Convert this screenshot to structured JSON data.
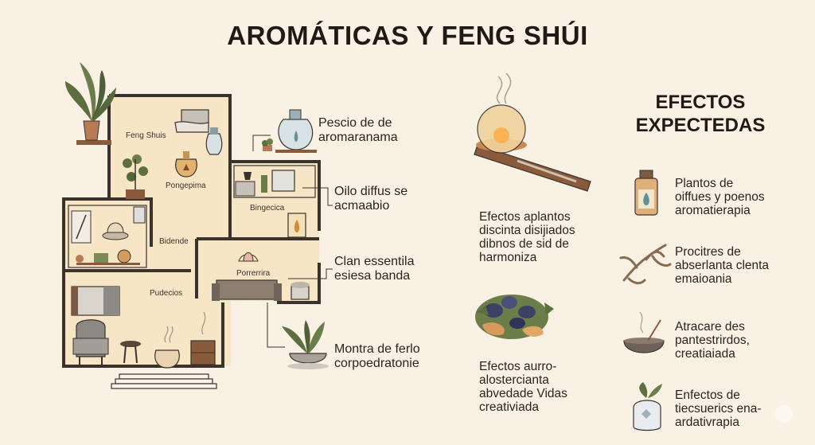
{
  "title": "AROMÁTICAS Y FENG SHÚI",
  "effects_title_line1": "EFECTOS",
  "effects_title_line2": "EXPECTEDAS",
  "rooms": {
    "feng_shui": "Feng Shuis",
    "pongepima": "Pongepima",
    "bingecica": "Bingecica",
    "bidende": "Bidende",
    "porrerrira": "Porrerrira",
    "pudecios": "Pudecios"
  },
  "callouts": [
    {
      "line1": "Pescio de de",
      "line2": "aromaranama"
    },
    {
      "line1": "Oilo diffus se",
      "line2": "acmaabio"
    },
    {
      "line1": "Clan essentila",
      "line2": "esiesa banda"
    },
    {
      "line1": "Montra de ferlo",
      "line2": "corpoedratonie"
    }
  ],
  "middle_texts": [
    {
      "line1": "Efectos aplantos",
      "line2": "discinta disijiados",
      "line3": "dibnos de sid de",
      "line4": "harmoniza"
    },
    {
      "line1": "Efectos aurro-",
      "line2": "alostercianta",
      "line3": "abvedade Vidas",
      "line4": "creativiada"
    }
  ],
  "effects": [
    {
      "line1": "Plantos de",
      "line2": "oiffues y poenos",
      "line3": "aromatierapia"
    },
    {
      "line1": "Procitres de",
      "line2": "abserlanta clenta",
      "line3": "emaioania"
    },
    {
      "line1": "Atracare des",
      "line2": "pantestrirdos,",
      "line3": "creatiaiada"
    },
    {
      "line1": "Enfectos de",
      "line2": "tiecsuerics ena-",
      "line3": "ardativrapia"
    }
  ],
  "colors": {
    "background": "#f8f1e4",
    "floor": "#f7e6c6",
    "wall": "#3a332d",
    "wood": "#8a5a3c",
    "plant": "#5d6f3f"
  }
}
